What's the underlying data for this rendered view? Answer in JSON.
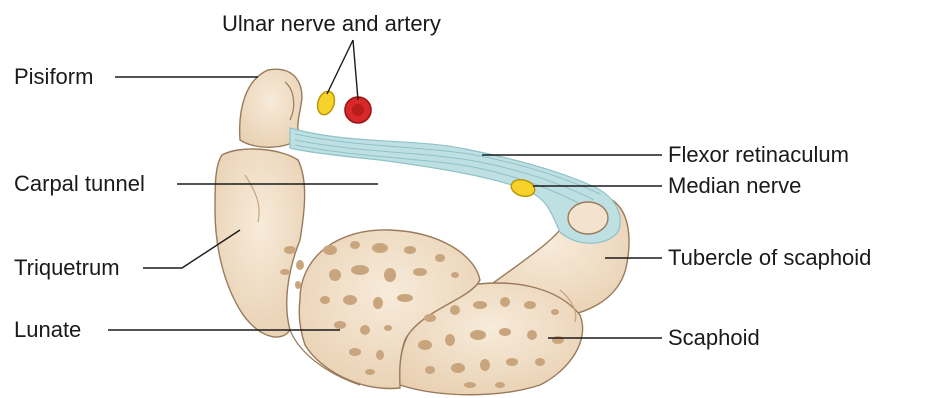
{
  "labels": {
    "ulnar": "Ulnar nerve and artery",
    "pisiform": "Pisiform",
    "carpal_tunnel": "Carpal tunnel",
    "triquetrum": "Triquetrum",
    "lunate": "Lunate",
    "flexor": "Flexor retinaculum",
    "median": "Median nerve",
    "tubercle": "Tubercle of scaphoid",
    "scaphoid": "Scaphoid"
  },
  "colors": {
    "bone_fill": "#f3e2cd",
    "bone_shade": "#e3c8a6",
    "bone_outline": "#9a7a5a",
    "cancellous_spots": "#c9a57d",
    "retinaculum": "#bfe0e3",
    "retinaculum_lines": "#8fc2c8",
    "nerve": "#f6d22a",
    "artery": "#d8282a",
    "leader_line": "#1a1a1a"
  }
}
